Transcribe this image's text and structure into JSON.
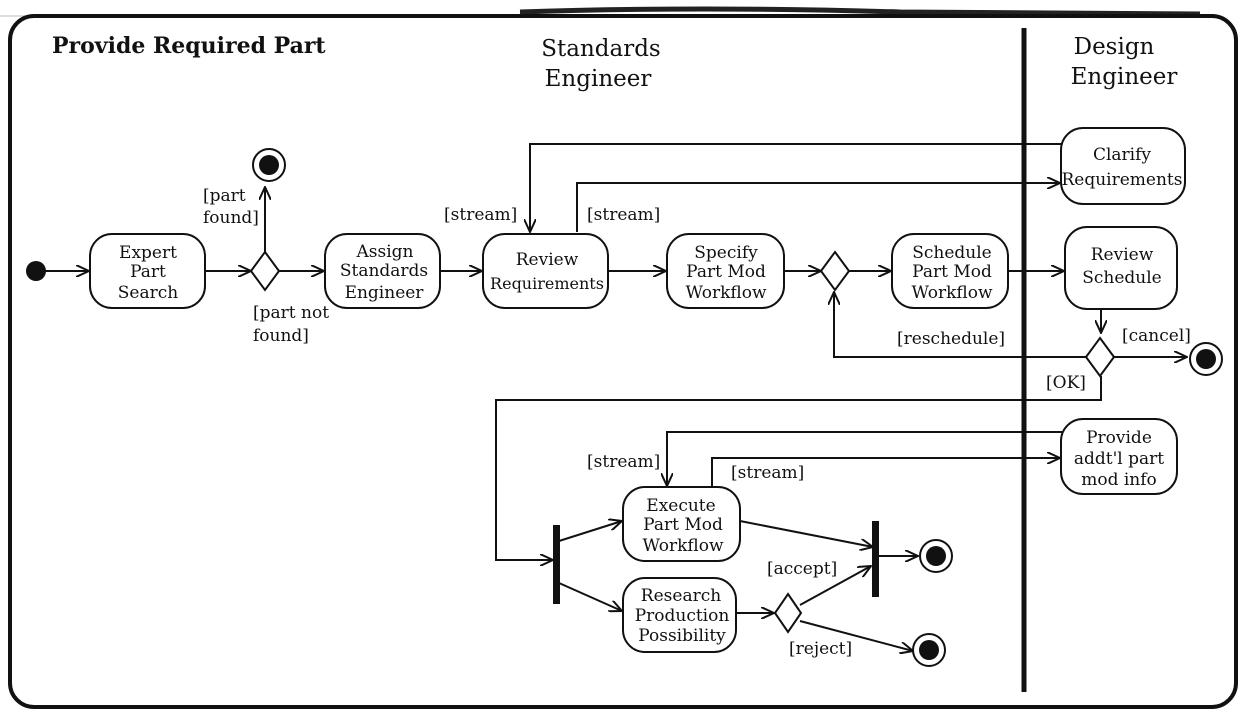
{
  "diagram": {
    "title": "Provide Required Part",
    "lanes": [
      {
        "lines": [
          "Standards",
          "Engineer"
        ]
      },
      {
        "lines": [
          "Design",
          "Engineer"
        ]
      }
    ],
    "activities": [
      {
        "id": "expert",
        "lines": [
          "Expert",
          "Part",
          "Search"
        ]
      },
      {
        "id": "assign",
        "lines": [
          "Assign",
          "Standards",
          "Engineer"
        ]
      },
      {
        "id": "review_req",
        "lines": [
          "Review",
          "Requirements"
        ]
      },
      {
        "id": "specify",
        "lines": [
          "Specify",
          "Part Mod",
          "Workflow"
        ]
      },
      {
        "id": "schedule",
        "lines": [
          "Schedule",
          "Part Mod",
          "Workflow"
        ]
      },
      {
        "id": "clarify",
        "lines": [
          "Clarify",
          "Requirements"
        ]
      },
      {
        "id": "review_sched",
        "lines": [
          "Review",
          "Schedule"
        ]
      },
      {
        "id": "provide",
        "lines": [
          "Provide",
          "addt'l part",
          "mod info"
        ]
      },
      {
        "id": "execute",
        "lines": [
          "Execute",
          "Part Mod",
          "Workflow"
        ]
      },
      {
        "id": "research",
        "lines": [
          "Research",
          "Production",
          "Possibility"
        ]
      }
    ],
    "guards": {
      "part_found": [
        "[part",
        "found]"
      ],
      "part_not_found": [
        "[part not",
        "found]"
      ],
      "stream_1": "[stream]",
      "stream_2": "[stream]",
      "reschedule": "[reschedule]",
      "cancel": "[cancel]",
      "ok": "[OK]",
      "stream_3": "[stream]",
      "stream_4": "[stream]",
      "accept": "[accept]",
      "reject": "[reject]"
    }
  }
}
